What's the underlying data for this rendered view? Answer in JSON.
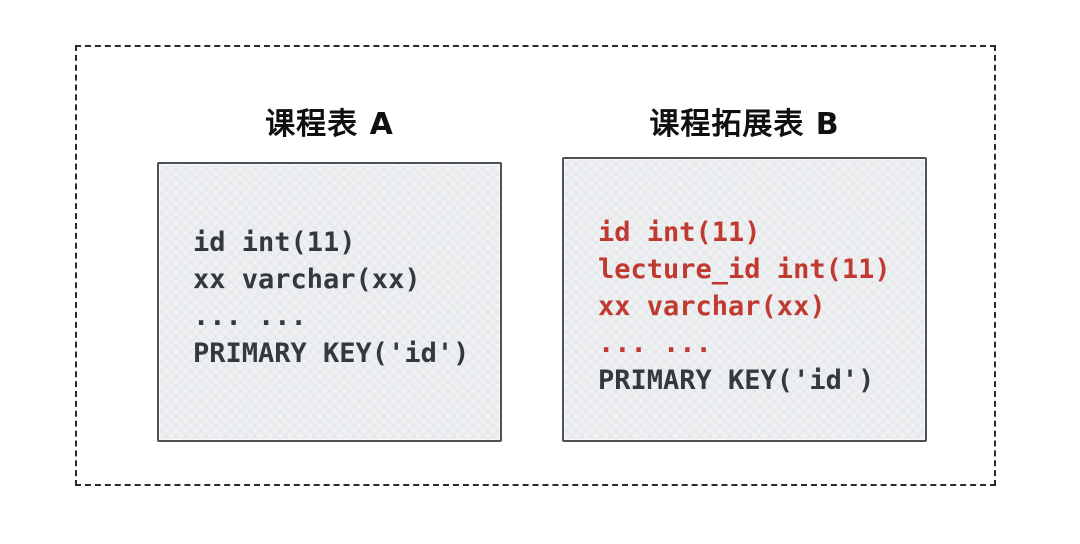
{
  "diagram": {
    "tables": [
      {
        "title": "课程表 A",
        "lines": [
          {
            "text": "id int(11)",
            "color": "dark"
          },
          {
            "text": "xx varchar(xx)",
            "color": "dark"
          },
          {
            "text": "... ...",
            "color": "dark"
          },
          {
            "text": "PRIMARY KEY('id')",
            "color": "dark"
          }
        ]
      },
      {
        "title": "课程拓展表 B",
        "lines": [
          {
            "text": "id int(11)",
            "color": "red"
          },
          {
            "text": "lecture_id int(11)",
            "color": "red"
          },
          {
            "text": "xx varchar(xx)",
            "color": "red"
          },
          {
            "text": "... ...",
            "color": "red"
          },
          {
            "text": "PRIMARY KEY('id')",
            "color": "dark"
          }
        ]
      }
    ]
  },
  "colors": {
    "red": "#c13a32",
    "dark": "#34393f",
    "box_bg": "#eef0f2",
    "box_border": "#4b5157",
    "frame_border": "#2b2b2b",
    "title": "#101010"
  }
}
